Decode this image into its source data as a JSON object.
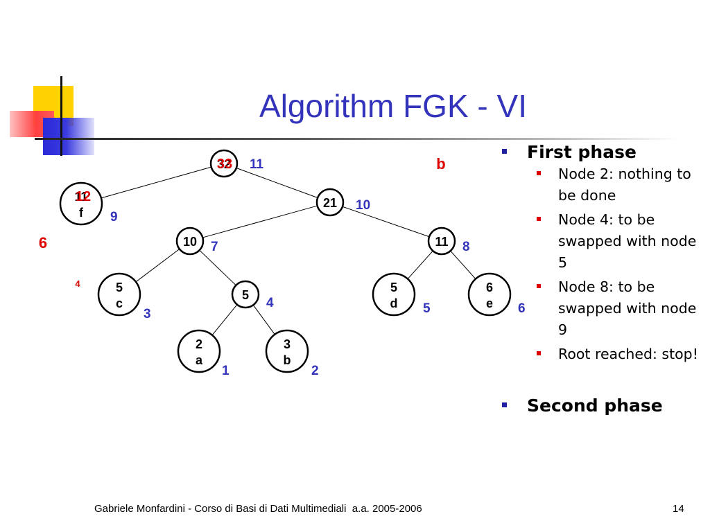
{
  "title": "Algorithm FGK - VI",
  "colors": {
    "title": "#3333bb",
    "label_blue": "#3333bb",
    "highlight_red": "#dd0000"
  },
  "tree": {
    "nodes": [
      {
        "id": "root",
        "weight": "32",
        "overlay": "33",
        "number": "11"
      },
      {
        "id": "f",
        "weight": "11",
        "overlay": "12",
        "symbol": "f",
        "number": "9"
      },
      {
        "id": "n21",
        "weight": "21",
        "number": "10"
      },
      {
        "id": "n10",
        "weight": "10",
        "number": "7"
      },
      {
        "id": "n11",
        "weight": "11",
        "number": "8"
      },
      {
        "id": "c",
        "weight": "5",
        "symbol": "c",
        "number": "3"
      },
      {
        "id": "n5",
        "weight": "5",
        "number": "4"
      },
      {
        "id": "d",
        "weight": "5",
        "symbol": "d",
        "number": "5"
      },
      {
        "id": "e",
        "weight": "6",
        "symbol": "e",
        "number": "6"
      },
      {
        "id": "a",
        "weight": "2",
        "symbol": "a",
        "number": "1"
      },
      {
        "id": "b",
        "weight": "3",
        "symbol": "b",
        "number": "2"
      }
    ],
    "edges": [
      [
        "root",
        "f"
      ],
      [
        "root",
        "n21"
      ],
      [
        "n21",
        "n10"
      ],
      [
        "n21",
        "n11"
      ],
      [
        "n10",
        "c"
      ],
      [
        "n10",
        "n5"
      ],
      [
        "n11",
        "d"
      ],
      [
        "n11",
        "e"
      ],
      [
        "n5",
        "a"
      ],
      [
        "n5",
        "b"
      ]
    ],
    "annotations": {
      "symbol": "b",
      "six": "6",
      "four": "4"
    }
  },
  "bullets": [
    {
      "label": "First phase",
      "items": [
        "Node 2: nothing to be done",
        "Node 4: to be swapped with node 5",
        "Node 8: to be swapped with node 9",
        "Root reached: stop!"
      ]
    },
    {
      "label": "Second phase",
      "items": []
    }
  ],
  "footer": "Gabriele Monfardini - Corso di Basi di Dati Multimediali  a.a. 2005-2006",
  "page_number": "14"
}
